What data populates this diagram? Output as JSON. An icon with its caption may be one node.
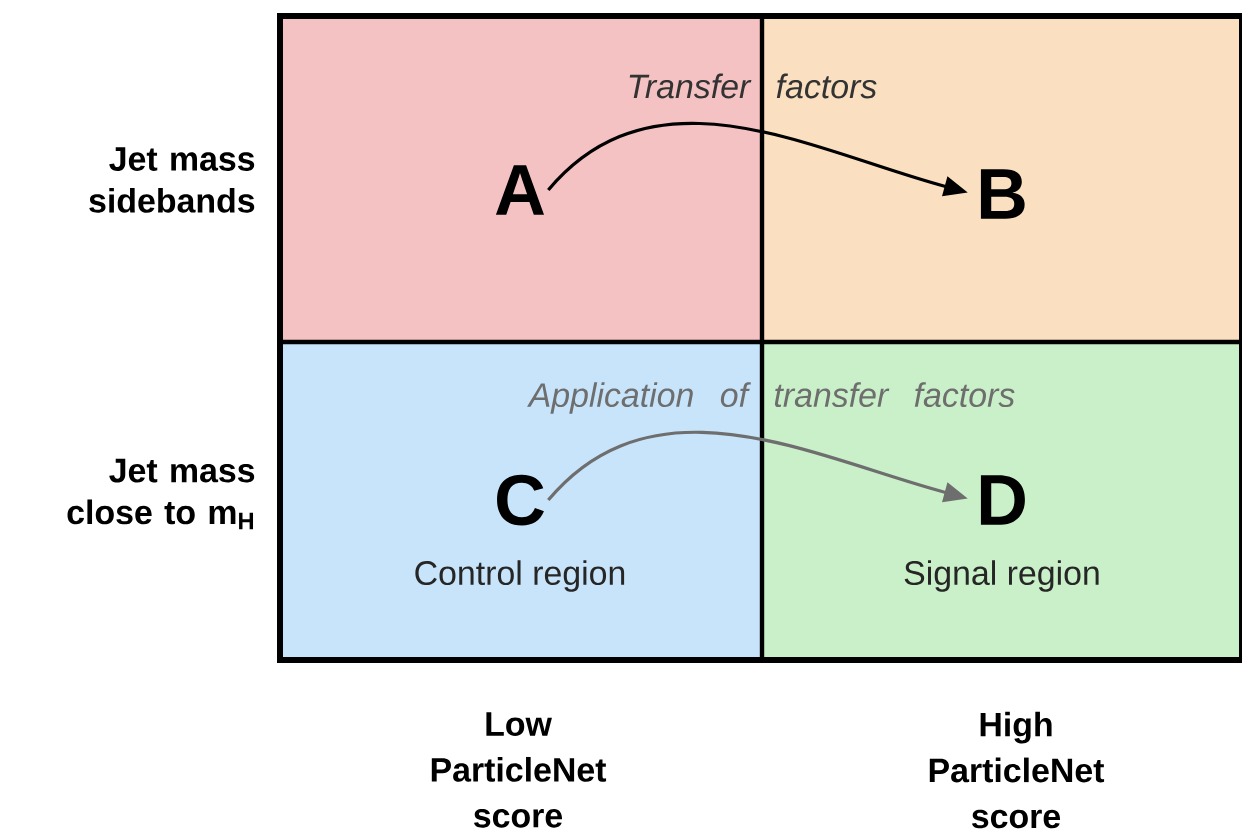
{
  "diagram": {
    "nodes": [
      {
        "text": [
          "A"
        ]
      },
      {
        "text": [
          "B"
        ]
      },
      {
        "text": [
          "C",
          "Control region"
        ]
      },
      {
        "text": [
          "D",
          "Signal region"
        ]
      }
    ],
    "edges": [
      {
        "from": 0,
        "to": 1,
        "arrow": "to",
        "label": "Transfer factors"
      },
      {
        "from": 2,
        "to": 3,
        "arrow": "to",
        "label": "Application of transfer factors",
        "color": "#6e6e6e"
      }
    ],
    "labels": [
      "Jet mass sidebands",
      "Jet mass close to m$_{H}$",
      "Low ParticleNet score",
      "High ParticleNet score"
    ]
  }
}
